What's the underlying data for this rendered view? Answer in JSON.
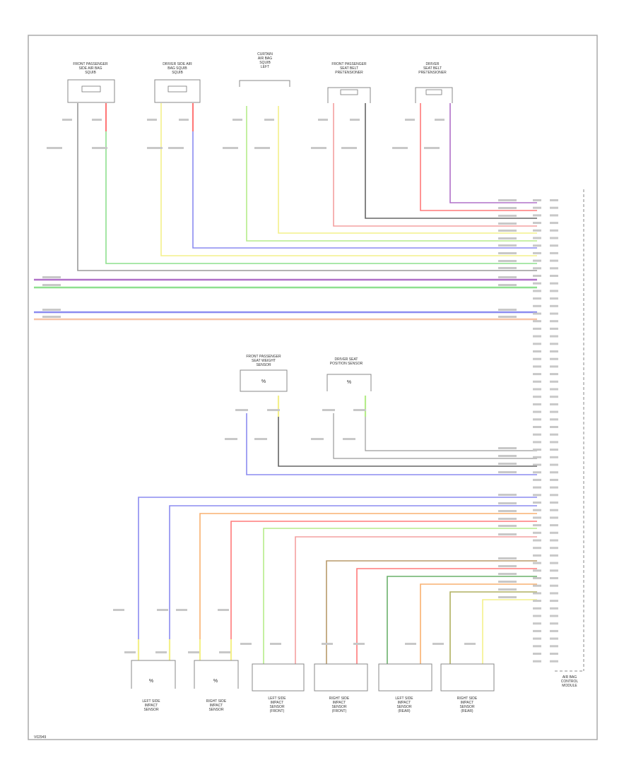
{
  "page": {
    "code": "V02949"
  },
  "components": {
    "top": [
      {
        "id": "tc1",
        "label": "FRONT PASSENGER\nSIDE AIR BAG\nSQUIB"
      },
      {
        "id": "tc2",
        "label": "DRIVER SIDE AIR\nBAG SQUIB\nSQUIB"
      },
      {
        "id": "tc3",
        "label": "CURTAIN\nAIR BAG\nSQUIB\nLEFT"
      },
      {
        "id": "tc4",
        "label": "FRONT PASSENGER\nSEAT BELT\nPRETENSIONER"
      },
      {
        "id": "tc5",
        "label": "DRIVER\nSEAT BELT\nPRETENSIONER"
      }
    ],
    "middle": [
      {
        "id": "mc1",
        "label": "FRONT PASSENGER\nSEAT WEIGHT\nSENSOR"
      },
      {
        "id": "mc2",
        "label": "DRIVER SEAT\nPOSITION SENSOR"
      }
    ],
    "bottom": [
      {
        "id": "bc1",
        "label": "LEFT SIDE\nIMPACT\nSENSOR"
      },
      {
        "id": "bc2",
        "label": "RIGHT SIDE\nIMPACT\nSENSOR"
      },
      {
        "id": "bc3",
        "label": "LEFT SIDE\nIMPACT\nSENSOR\n(FRONT)"
      },
      {
        "id": "bc4",
        "label": "RIGHT SIDE\nIMPACT\nSENSOR\n(FRONT)"
      },
      {
        "id": "bc5",
        "label": "LEFT SIDE\nIMPACT\nSENSOR\n(REAR)"
      },
      {
        "id": "bc6",
        "label": "RIGHT SIDE\nIMPACT\nSENSOR\n(REAR)"
      }
    ],
    "module": {
      "label": "AIR BAG\nCONTROL\nMODULE"
    }
  },
  "colors": {
    "background": "#ffffff",
    "frame": "#aaaaaa",
    "box": "#888888",
    "gray_wire": "#9a9a9a",
    "dark_gray_wire": "#666666",
    "red": "#ff7a7a",
    "pink": "#f4a0a0",
    "green": "#8ee08e",
    "light_green": "#b6ec8a",
    "yellow": "#f4f08a",
    "blue": "#8c8cf0",
    "violet": "#b070c8",
    "orange": "#f8b070",
    "peach": "#f6c4a8",
    "brown": "#b89a6a",
    "olive": "#b0b060",
    "dark_green": "#6ab06a"
  }
}
